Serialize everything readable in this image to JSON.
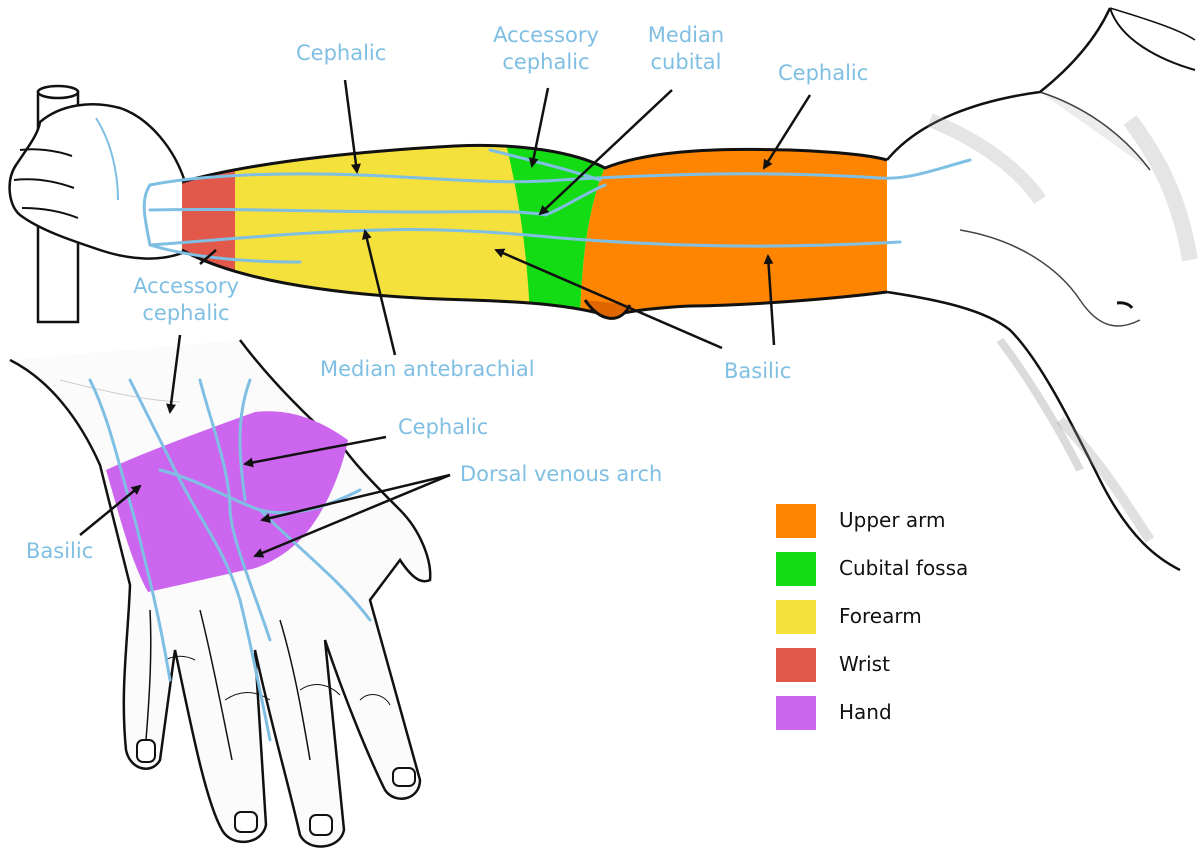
{
  "colors": {
    "upper_arm": "#ff8400",
    "cubital_fossa": "#14dc14",
    "forearm": "#f5e13c",
    "wrist": "#e2584b",
    "hand": "#cc66ee",
    "vein": "#7fbfe3",
    "label": "#7fbfe3",
    "outline": "#111111"
  },
  "labels": {
    "cephalic_forearm": "Cephalic",
    "accessory_cephalic_top": [
      "Accessory",
      "cephalic"
    ],
    "median_cubital": [
      "Median",
      "cubital"
    ],
    "cephalic_upper": "Cephalic",
    "accessory_cephalic_left": [
      "Accessory",
      "cephalic"
    ],
    "median_antebrachial": "Median antebrachial",
    "basilic_arm": "Basilic",
    "cephalic_hand": "Cephalic",
    "dorsal_venous_arch": "Dorsal venous arch",
    "basilic_hand": "Basilic"
  },
  "legend": [
    {
      "label": "Upper arm",
      "color_key": "upper_arm"
    },
    {
      "label": "Cubital fossa",
      "color_key": "cubital_fossa"
    },
    {
      "label": "Forearm",
      "color_key": "forearm"
    },
    {
      "label": "Wrist",
      "color_key": "wrist"
    },
    {
      "label": "Hand",
      "color_key": "hand"
    }
  ]
}
